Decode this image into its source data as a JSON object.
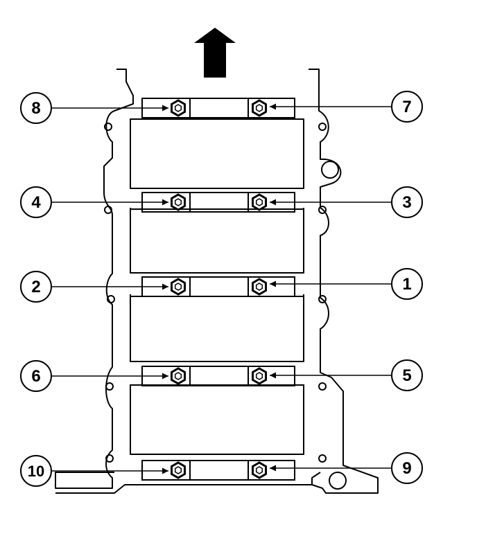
{
  "diagram": {
    "direction_arrow": "front-indicator-arrow",
    "callouts": [
      {
        "label": "1"
      },
      {
        "label": "2"
      },
      {
        "label": "3"
      },
      {
        "label": "4"
      },
      {
        "label": "5"
      },
      {
        "label": "6"
      },
      {
        "label": "7"
      },
      {
        "label": "8"
      },
      {
        "label": "9"
      },
      {
        "label": "10"
      }
    ]
  }
}
